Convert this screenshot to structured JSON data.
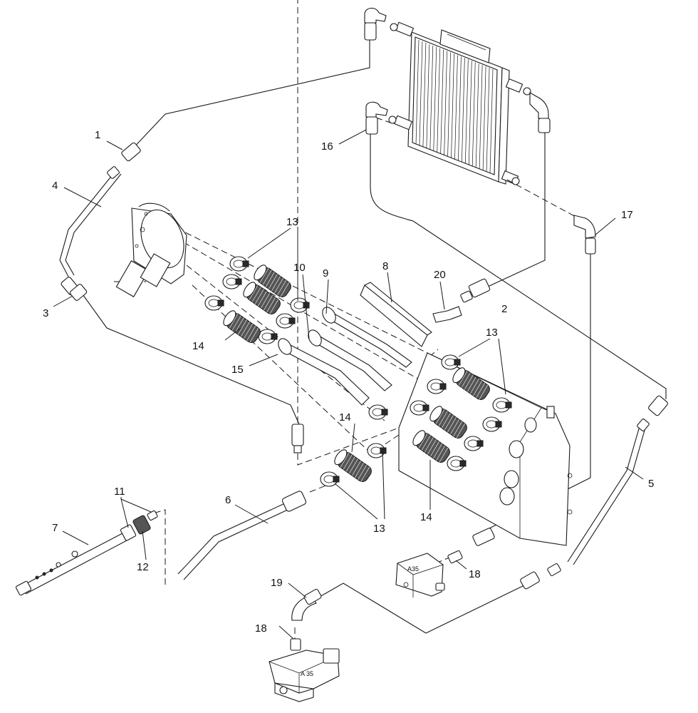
{
  "diagram": {
    "callouts": [
      {
        "id": "1",
        "label": "1"
      },
      {
        "id": "2",
        "label": "2"
      },
      {
        "id": "3",
        "label": "3"
      },
      {
        "id": "4",
        "label": "4"
      },
      {
        "id": "5",
        "label": "5"
      },
      {
        "id": "6",
        "label": "6"
      },
      {
        "id": "7",
        "label": "7"
      },
      {
        "id": "8",
        "label": "8"
      },
      {
        "id": "9",
        "label": "9"
      },
      {
        "id": "10",
        "label": "10"
      },
      {
        "id": "11",
        "label": "11"
      },
      {
        "id": "12",
        "label": "12"
      },
      {
        "id": "13",
        "label": "13"
      },
      {
        "id": "14",
        "label": "14"
      },
      {
        "id": "15",
        "label": "15"
      },
      {
        "id": "16",
        "label": "16"
      },
      {
        "id": "17",
        "label": "17"
      },
      {
        "id": "18",
        "label": "18"
      },
      {
        "id": "19",
        "label": "19"
      },
      {
        "id": "20",
        "label": "20"
      }
    ],
    "valve_plate_upper": "A35",
    "valve_plate_lower": "A 35"
  }
}
